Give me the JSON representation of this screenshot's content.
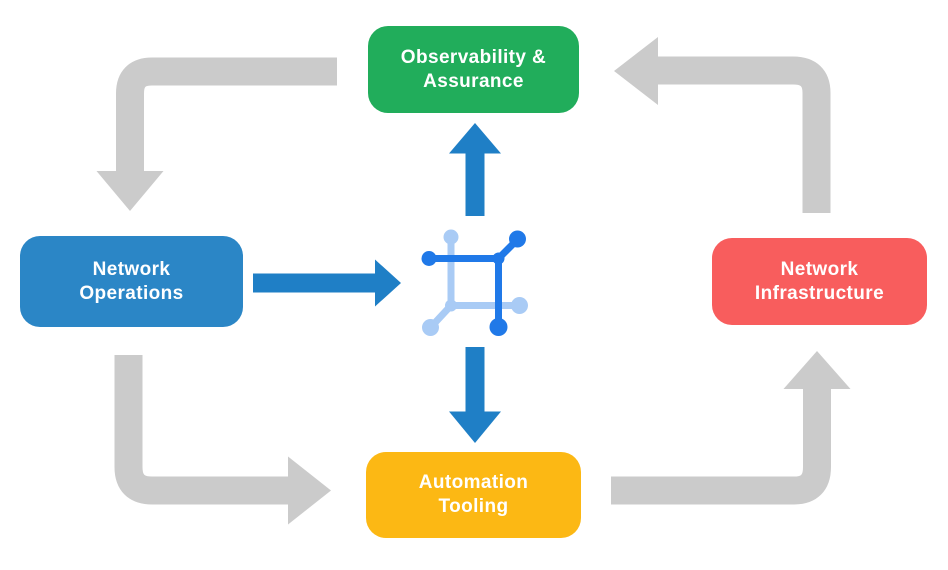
{
  "diagram": {
    "nodes": {
      "observability": {
        "label": "Observability &\nAssurance"
      },
      "operations": {
        "label": "Network\nOperations"
      },
      "infrastructure": {
        "label": "Network\nInfrastructure"
      },
      "automation": {
        "label": "Automation\nTooling"
      }
    },
    "center_icon": "network-automation-icon",
    "flows": [
      {
        "from": "observability",
        "to": "operations",
        "style": "cycle-arrow"
      },
      {
        "from": "operations",
        "to": "automation",
        "style": "cycle-arrow"
      },
      {
        "from": "automation",
        "to": "infrastructure",
        "style": "cycle-arrow"
      },
      {
        "from": "infrastructure",
        "to": "observability",
        "style": "cycle-arrow"
      },
      {
        "from": "operations",
        "to": "center-icon",
        "style": "flow-arrow"
      },
      {
        "from": "center-icon",
        "to": "observability",
        "style": "flow-arrow"
      },
      {
        "from": "center-icon",
        "to": "automation",
        "style": "flow-arrow"
      }
    ]
  },
  "colors": {
    "observability": "#21AD5B",
    "operations": "#2B86C6",
    "infrastructure": "#F85D5D",
    "automation": "#FCB814",
    "cycleArrow": "#CBCBCB",
    "flowArrow": "#1F7FC6",
    "iconDark": "#2079E8",
    "iconLight": "#A9CBF5",
    "label": "#FFFFFF",
    "background": "#FFFFFF"
  }
}
